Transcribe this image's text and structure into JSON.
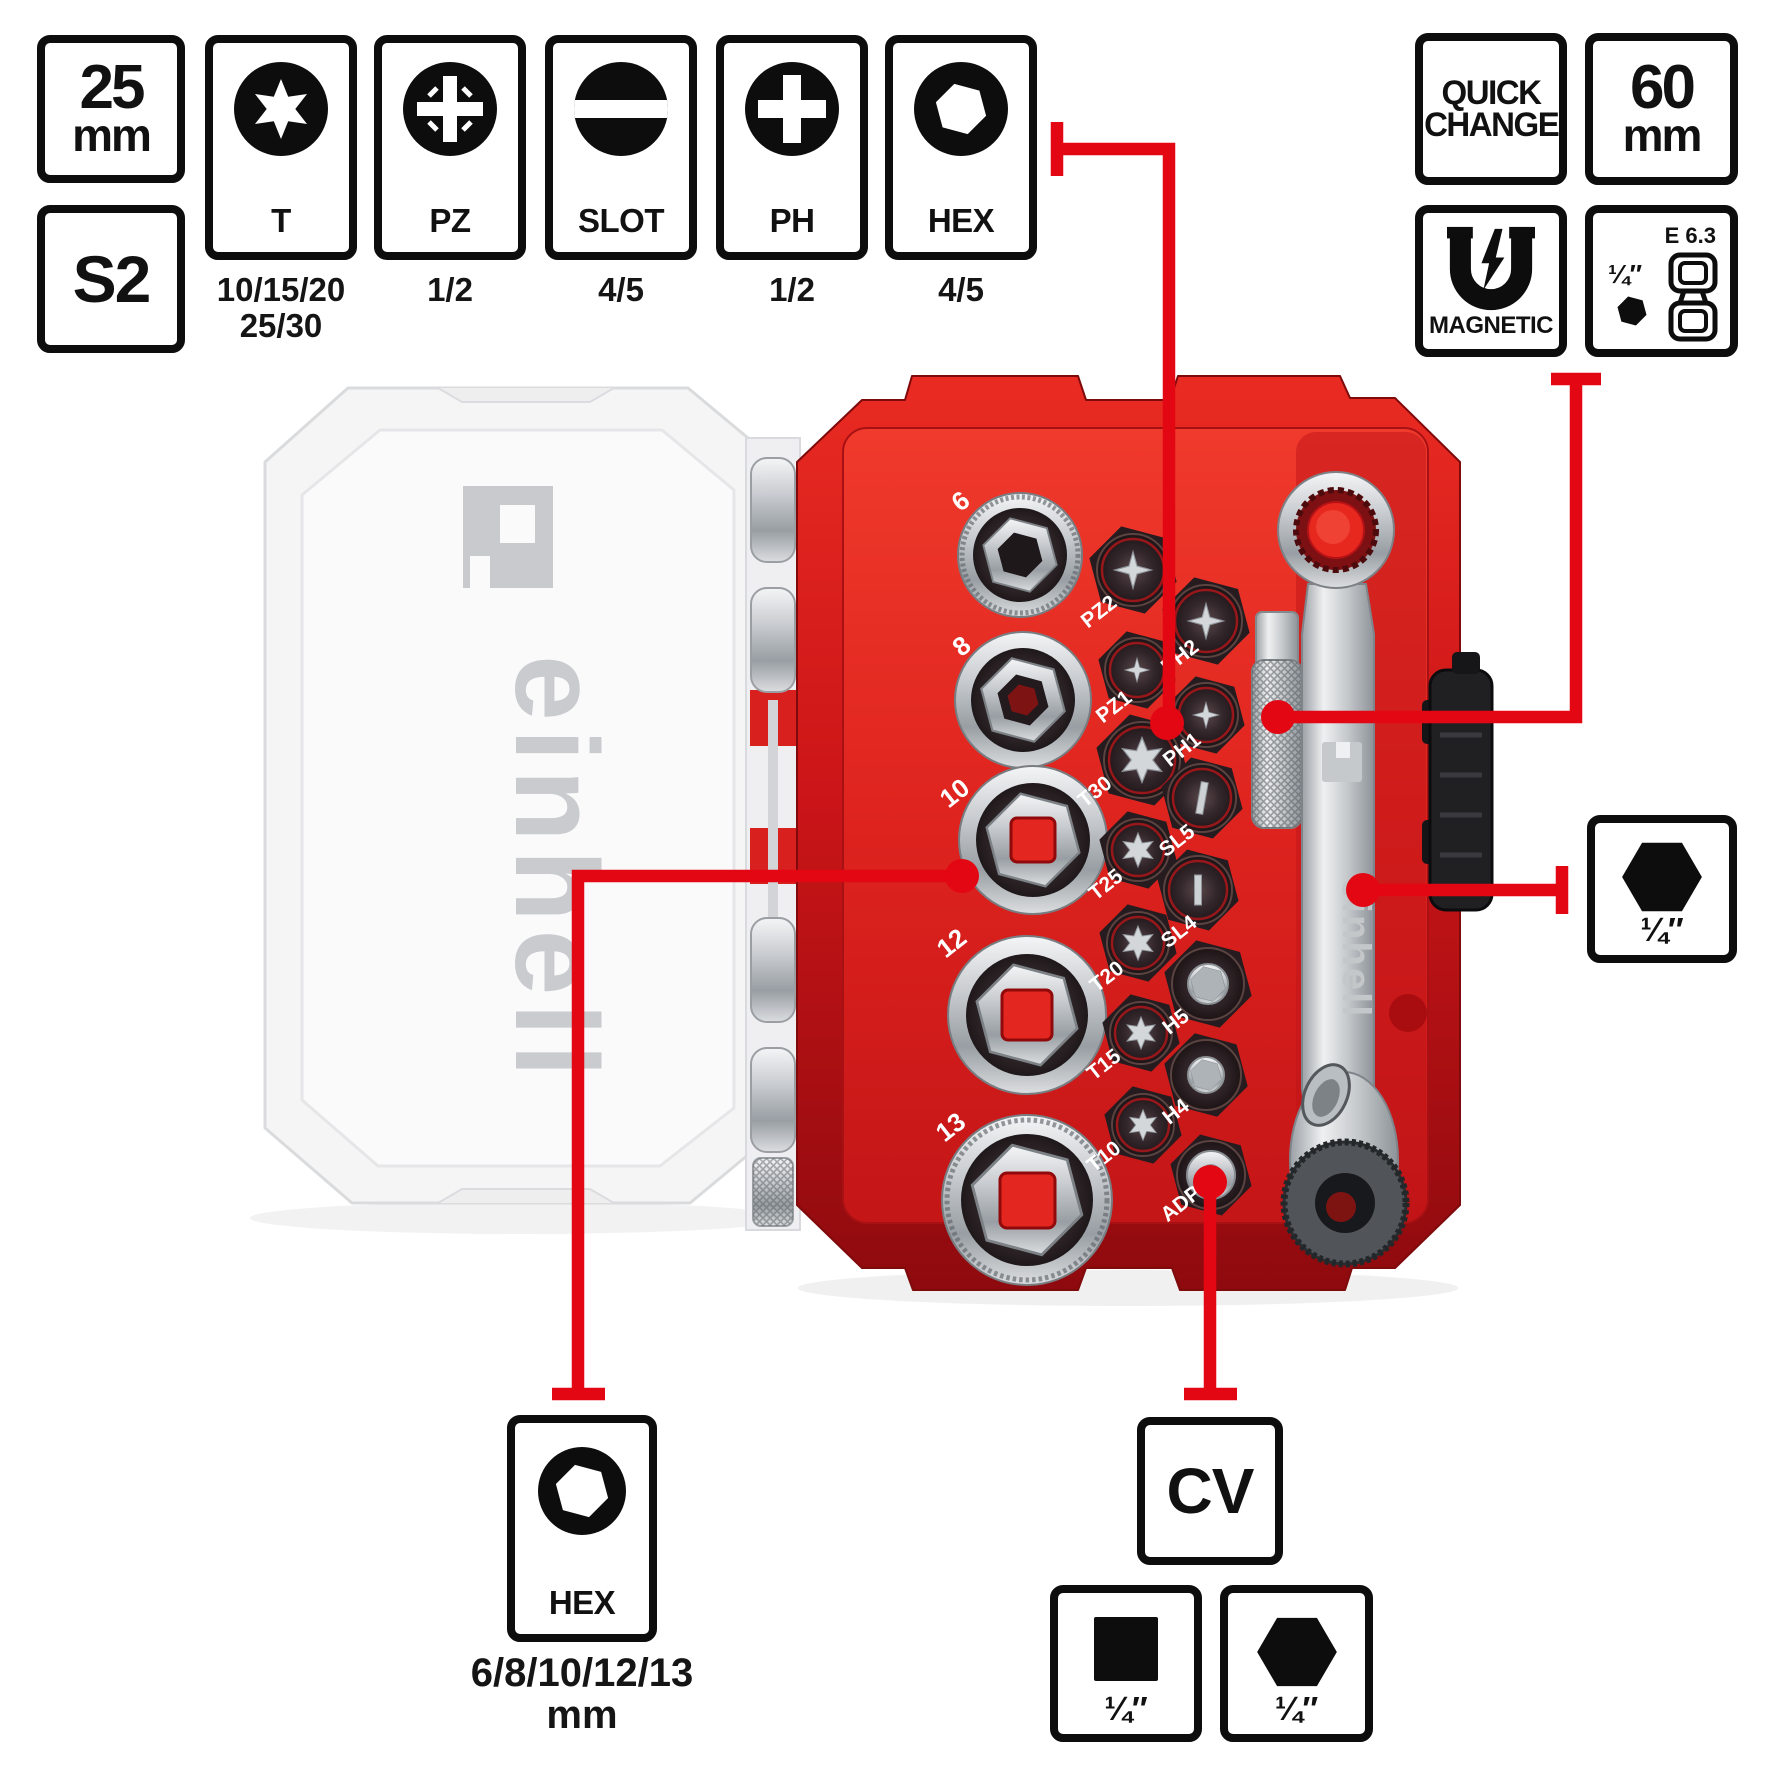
{
  "badges": {
    "mm25": {
      "value": "25",
      "unit": "mm"
    },
    "s2": "S2",
    "bit_types": [
      {
        "label": "T",
        "sizes": "10/15/20",
        "sizes2": "25/30"
      },
      {
        "label": "PZ",
        "sizes": "1/2"
      },
      {
        "label": "SLOT",
        "sizes": "4/5"
      },
      {
        "label": "PH",
        "sizes": "1/2"
      },
      {
        "label": "HEX",
        "sizes": "4/5"
      }
    ],
    "quick_change": {
      "line1": "QUICK",
      "line2": "CHANGE"
    },
    "mm60": {
      "value": "60",
      "unit": "mm"
    },
    "magnetic": "MAGNETIC",
    "adapter": {
      "standard": "E 6.3",
      "size": "¼″"
    },
    "hex_drive": {
      "size": "¼″"
    },
    "socket_hex": {
      "label": "HEX",
      "sizes": "6/8/10/12/13",
      "unit": "mm"
    },
    "cv": "CV",
    "square_drive": {
      "size": "¼″"
    },
    "hex_bit": {
      "size": "¼″"
    }
  },
  "product": {
    "sockets": [
      "6",
      "8",
      "10",
      "12",
      "13"
    ],
    "bits_left": [
      "PZ2",
      "PZ1",
      "T30",
      "T25",
      "T20",
      "T15",
      "T10"
    ],
    "bits_right": [
      "PH2",
      "PH1",
      "SL5",
      "SL4",
      "H5",
      "H4",
      "ADP"
    ],
    "brand": "einhell"
  },
  "colors": {
    "annotation_red": "#e30613",
    "case_red": "#e2251f",
    "badge_border": "#0d0d0d"
  }
}
